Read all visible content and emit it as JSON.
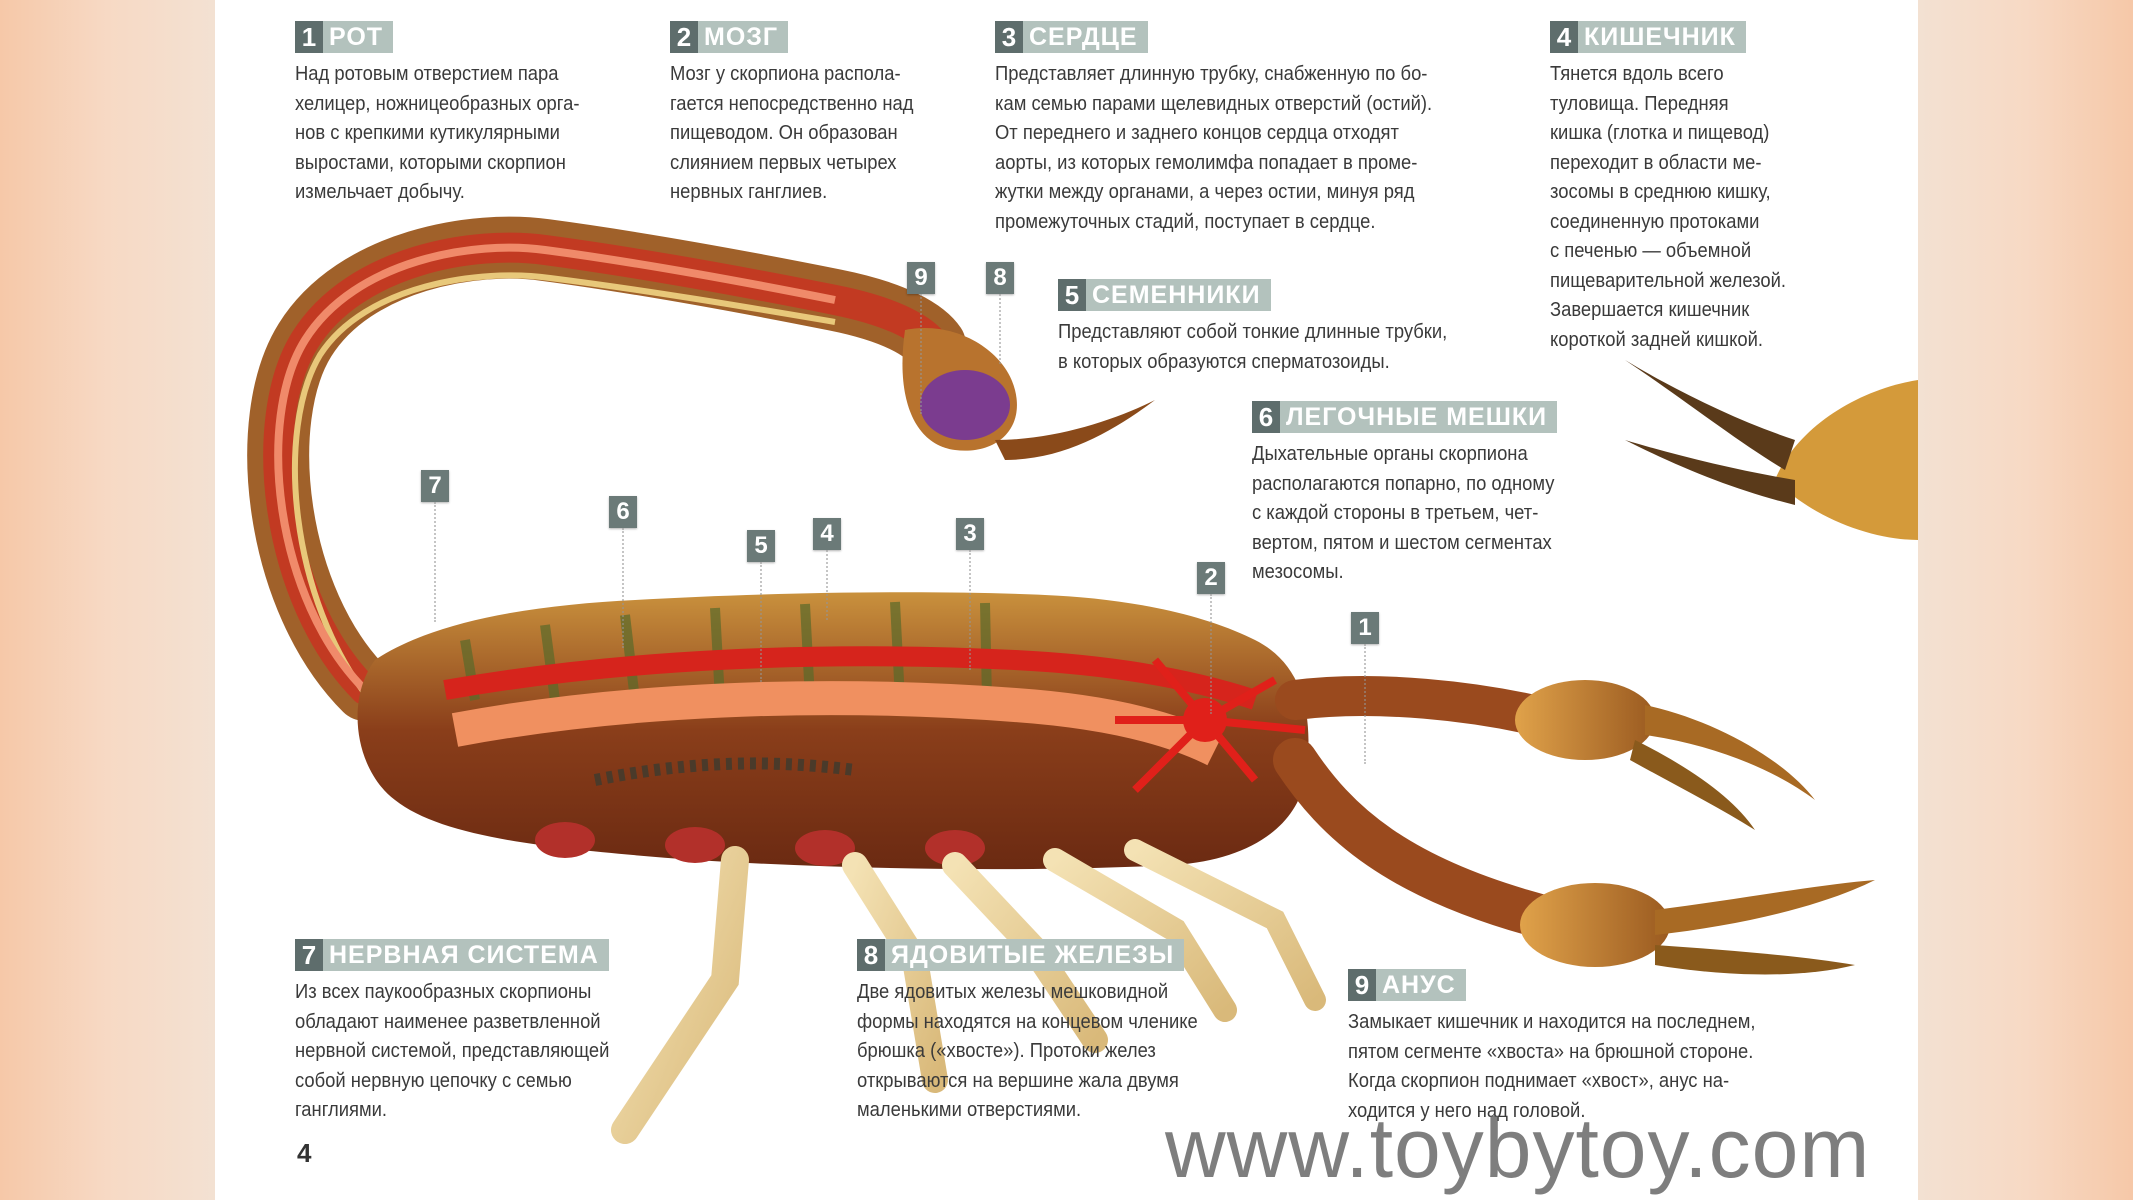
{
  "sections": [
    {
      "num": "1",
      "title": "РОТ",
      "lines": [
        "Над ротовым отверстием пара",
        "хелицер, ножницеобразных орга-",
        "нов с крепкими кутикулярными",
        "выростами, которыми скорпион",
        "измельчает добычу."
      ]
    },
    {
      "num": "2",
      "title": "МОЗГ",
      "lines": [
        "Мозг у скорпиона распола-",
        "гается непосредственно над",
        "пищеводом. Он образован",
        "слиянием первых четырех",
        "нервных ганглиев."
      ]
    },
    {
      "num": "3",
      "title": "СЕРДЦЕ",
      "lines": [
        "Представляет длинную трубку, снабженную по бо-",
        "кам семью парами щелевидных отверстий (остий).",
        "От переднего и заднего концов сердца отходят",
        "аорты, из которых гемолимфа попадает в проме-",
        "жутки между органами, а через остии, минуя ряд",
        "промежуточных стадий, поступает в сердце."
      ]
    },
    {
      "num": "4",
      "title": "КИШЕЧНИК",
      "lines": [
        "Тянется вдоль всего",
        "туловища. Передняя",
        "кишка (глотка и пищевод)",
        "переходит в области ме-",
        "зосомы в среднюю кишку,",
        "соединенную протоками",
        "с печенью — объемной",
        "пищеварительной железой.",
        "Завершается кишечник",
        "короткой задней кишкой."
      ]
    },
    {
      "num": "5",
      "title": "СЕМЕННИКИ",
      "lines": [
        "Представляют собой тонкие длинные трубки,",
        "в которых образуются сперматозоиды."
      ]
    },
    {
      "num": "6",
      "title": "ЛЕГОЧНЫЕ МЕШКИ",
      "lines": [
        "Дыхательные органы скорпиона",
        "располагаются попарно, по одному",
        "с каждой стороны в третьем, чет-",
        "вертом, пятом и шестом сегментах",
        "мезосомы."
      ]
    },
    {
      "num": "7",
      "title": "НЕРВНАЯ СИСТЕМА",
      "lines": [
        "Из всех паукообразных скорпионы",
        "обладают наименее разветвленной",
        "нервной системой, представляющей",
        "собой нервную цепочку с семью",
        "ганглиями."
      ]
    },
    {
      "num": "8",
      "title": "ЯДОВИТЫЕ ЖЕЛЕЗЫ",
      "lines": [
        "Две ядовитых железы мешковидной",
        "формы находятся на концевом членике",
        "брюшка («хвосте»). Протоки желез",
        "открываются на вершине жала двумя",
        "маленькими отверстиями."
      ]
    },
    {
      "num": "9",
      "title": "АНУС",
      "lines": [
        "Замыкает кишечник и находится на последнем,",
        "пятом сегменте «хвоста» на брюшной стороне.",
        "Когда скорпион поднимает «хвост», анус на-",
        "ходится у него над головой."
      ]
    }
  ],
  "markers": [
    "9",
    "8",
    "7",
    "6",
    "5",
    "4",
    "3",
    "2",
    "1"
  ],
  "page_number": "4",
  "watermark": "www.toybytoy.com",
  "colors": {
    "label_number_bg": "#5e6d6c",
    "label_title_bg": "#b3c2bd",
    "body_text": "#3a3a3a"
  }
}
